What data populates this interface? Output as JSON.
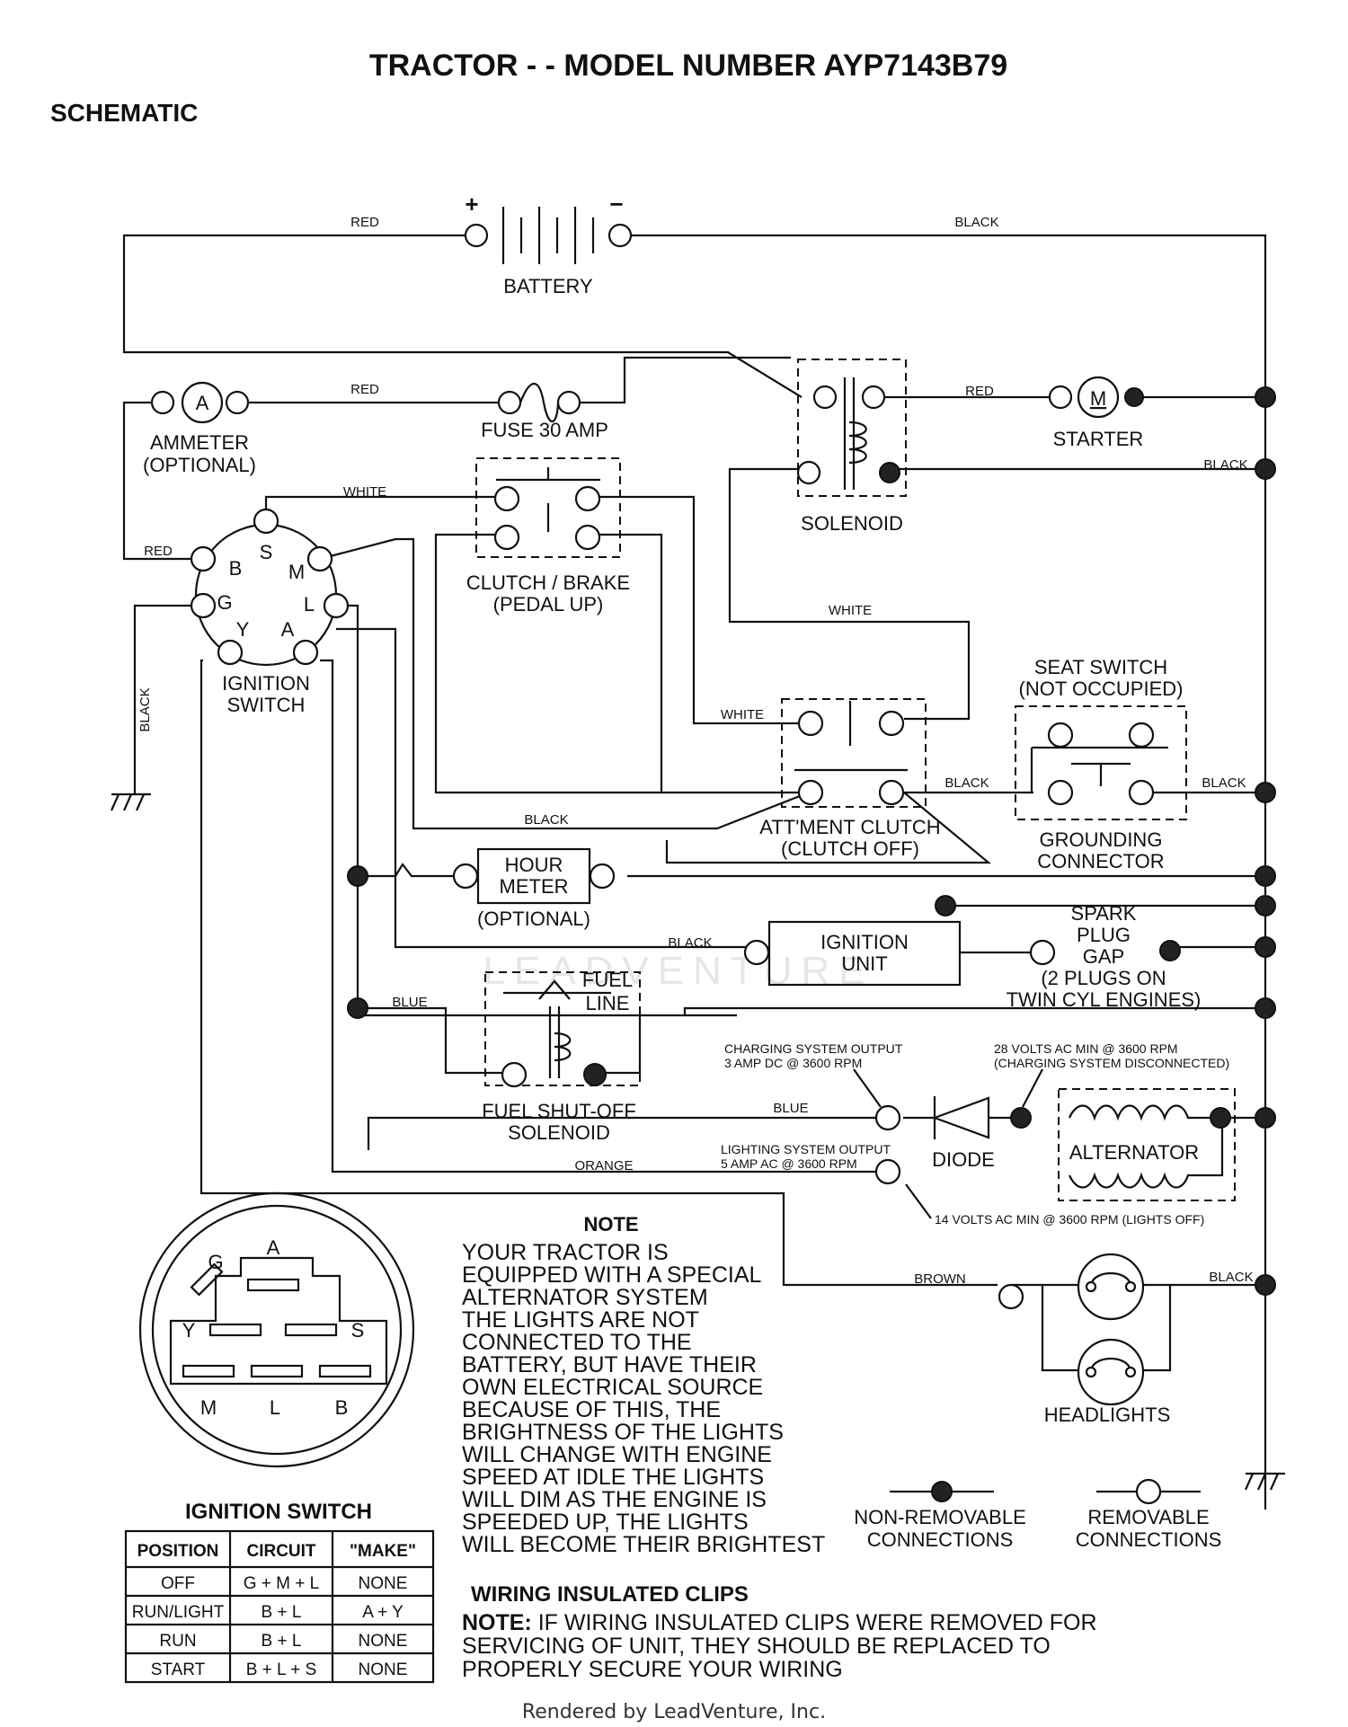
{
  "title": "TRACTOR - - MODEL NUMBER AYP7143B79",
  "subtitle": "SCHEMATIC",
  "components": {
    "battery": "BATTERY",
    "battery_pos": "+",
    "battery_neg": "−",
    "ammeter_symbol": "A",
    "ammeter": "AMMETER",
    "ammeter_opt": "(OPTIONAL)",
    "fuse": "FUSE 30 AMP",
    "starter_symbol": "M",
    "starter": "STARTER",
    "solenoid": "SOLENOID",
    "clutch_brake_1": "CLUTCH / BRAKE",
    "clutch_brake_2": "(PEDAL UP)",
    "ignition_switch_1": "IGNITION",
    "ignition_switch_2": "SWITCH",
    "seat_switch_1": "SEAT SWITCH",
    "seat_switch_2": "(NOT OCCUPIED)",
    "attment_clutch_1": "ATT'MENT CLUTCH",
    "attment_clutch_2": "(CLUTCH OFF)",
    "grounding_1": "GROUNDING",
    "grounding_2": "CONNECTOR",
    "hour_meter_1": "HOUR",
    "hour_meter_2": "METER",
    "hour_meter_opt": "(OPTIONAL)",
    "ignition_unit_1": "IGNITION",
    "ignition_unit_2": "UNIT",
    "spark_1": "SPARK",
    "spark_2": "PLUG",
    "spark_3": "GAP",
    "spark_4": "(2 PLUGS ON",
    "spark_5": "TWIN CYL  ENGINES)",
    "fuel_line_1": "FUEL",
    "fuel_line_2": "LINE",
    "fuel_sol_1": "FUEL SHUT-OFF",
    "fuel_sol_2": "SOLENOID",
    "charging_1": "CHARGING SYSTEM OUTPUT",
    "charging_2": "3 AMP DC @ 3600 RPM",
    "volts28_1": "28 VOLTS AC MIN  @ 3600 RPM",
    "volts28_2": "(CHARGING SYSTEM DISCONNECTED)",
    "diode": "DIODE",
    "alternator": "ALTERNATOR",
    "lighting_1": "LIGHTING SYSTEM OUTPUT",
    "lighting_2": "5 AMP AC @ 3600 RPM",
    "volts14": "14 VOLTS AC MIN  @ 3600 RPM (LIGHTS OFF)",
    "headlights": "HEADLIGHTS"
  },
  "terminals": [
    "B",
    "S",
    "M",
    "G",
    "L",
    "Y",
    "A"
  ],
  "wires": {
    "red": "RED",
    "black": "BLACK",
    "white": "WHITE",
    "blue": "BLUE",
    "orange": "ORANGE",
    "brown": "BROWN"
  },
  "plug_letters": [
    "G",
    "A",
    "Y",
    "S",
    "M",
    "L",
    "B"
  ],
  "note": {
    "heading": "NOTE",
    "lines": [
      "YOUR TRACTOR IS",
      "EQUIPPED WITH A SPECIAL",
      "ALTERNATOR SYSTEM",
      "THE LIGHTS ARE NOT",
      "CONNECTED TO THE",
      "BATTERY, BUT HAVE THEIR",
      "OWN ELECTRICAL SOURCE",
      "BECAUSE OF THIS, THE",
      "BRIGHTNESS OF THE LIGHTS",
      "WILL CHANGE WITH ENGINE",
      "SPEED   AT IDLE THE LIGHTS",
      "WILL DIM   AS THE ENGINE IS",
      "SPEEDED UP, THE LIGHTS",
      "WILL BECOME THEIR BRIGHTEST"
    ]
  },
  "legend": {
    "non_removable_1": "NON-REMOVABLE",
    "non_removable_2": "CONNECTIONS",
    "removable_1": "REMOVABLE",
    "removable_2": "CONNECTIONS"
  },
  "switch_table": {
    "title": "IGNITION SWITCH",
    "headers": [
      "POSITION",
      "CIRCUIT",
      "\"MAKE\""
    ],
    "rows": [
      [
        "OFF",
        "G + M + L",
        "NONE"
      ],
      [
        "RUN/LIGHT",
        "B + L",
        "A + Y"
      ],
      [
        "RUN",
        "B + L",
        "NONE"
      ],
      [
        "START",
        "B + L + S",
        "NONE"
      ]
    ]
  },
  "clips": {
    "heading": "WIRING INSULATED CLIPS",
    "note_label": "NOTE:",
    "line1": " IF WIRING INSULATED CLIPS WERE REMOVED FOR",
    "line2": "SERVICING OF UNIT, THEY SHOULD BE REPLACED TO",
    "line3": "PROPERLY SECURE YOUR WIRING"
  },
  "watermark": "LEADVENTURE",
  "footer": "Rendered by LeadVenture, Inc."
}
